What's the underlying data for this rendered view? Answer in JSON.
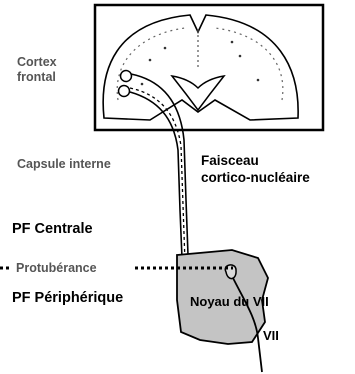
{
  "labels": {
    "cortex": [
      "Cortex",
      "frontal"
    ],
    "capsule": "Capsule interne",
    "faisceau": [
      "Faisceau",
      "cortico-nucléaire"
    ],
    "pf_centrale": "PF Centrale",
    "protuberance": "Protubérance",
    "pf_peripherique": "PF Périphérique",
    "noyau": "Noyau du VII",
    "vii": "VII"
  },
  "colors": {
    "text": "#000000",
    "muted_text": "#555555",
    "brainstem": "#c4c4c4",
    "outline": "#000000"
  }
}
